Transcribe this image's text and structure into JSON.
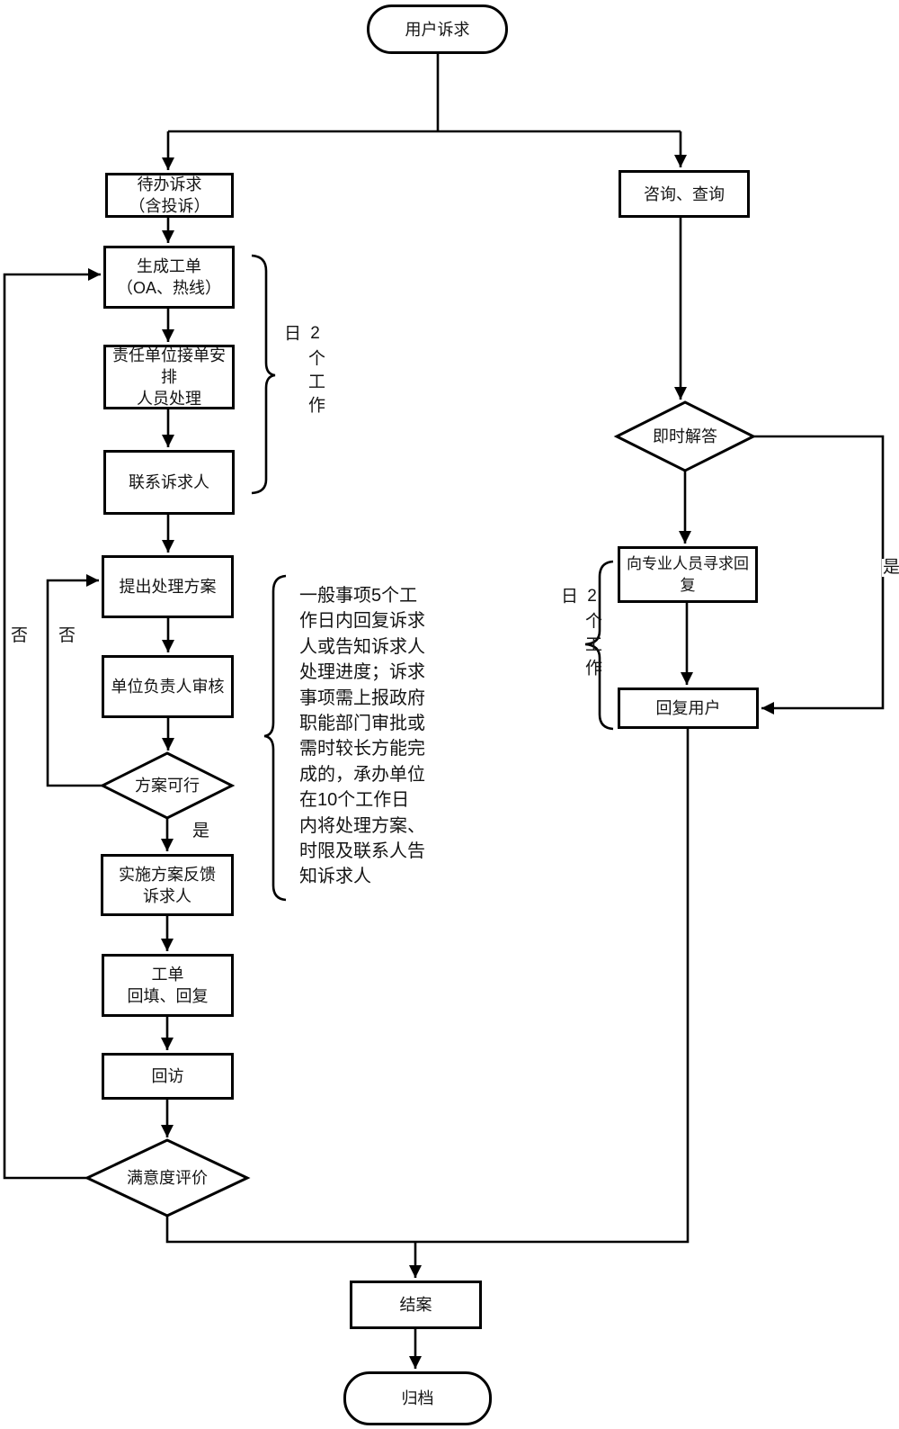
{
  "flowchart": {
    "nodes": {
      "start": "用户诉求",
      "pending": "待办诉求\n（含投诉）",
      "consult": "咨询、查询",
      "gen_order": "生成工单\n（OA、热线）",
      "assign": "责任单位接单安排\n人员处理",
      "contact": "联系诉求人",
      "propose": "提出处理方案",
      "review": "单位负责人审核",
      "feasible": "方案可行",
      "implement": "实施方案反馈\n诉求人",
      "fill_order": "工单\n回填、回复",
      "revisit": "回访",
      "satisfaction": "满意度评价",
      "instant": "即时解答",
      "seek_expert": "向专业人员寻求回复",
      "reply_user": "回复用户",
      "close_case": "结案",
      "archive": "归档"
    },
    "edge_labels": {
      "no_outer": "否",
      "no_inner": "否",
      "yes_feasible": "是",
      "yes_instant": "是"
    },
    "annotations": {
      "workdays_left": "2个工作日",
      "workdays_right": "2个工作日",
      "note": "一般事项5个工作日内回复诉求人或告知诉求人处理进度；诉求事项需上报政府职能部门审批或需时较长方能完成的，承办单位在10个工作日内将处理方案、时限及联系人告知诉求人"
    },
    "colors": {
      "line": "#000000",
      "node_fill": "#ffffff",
      "text": "#141414",
      "background": "#ffffff"
    }
  }
}
